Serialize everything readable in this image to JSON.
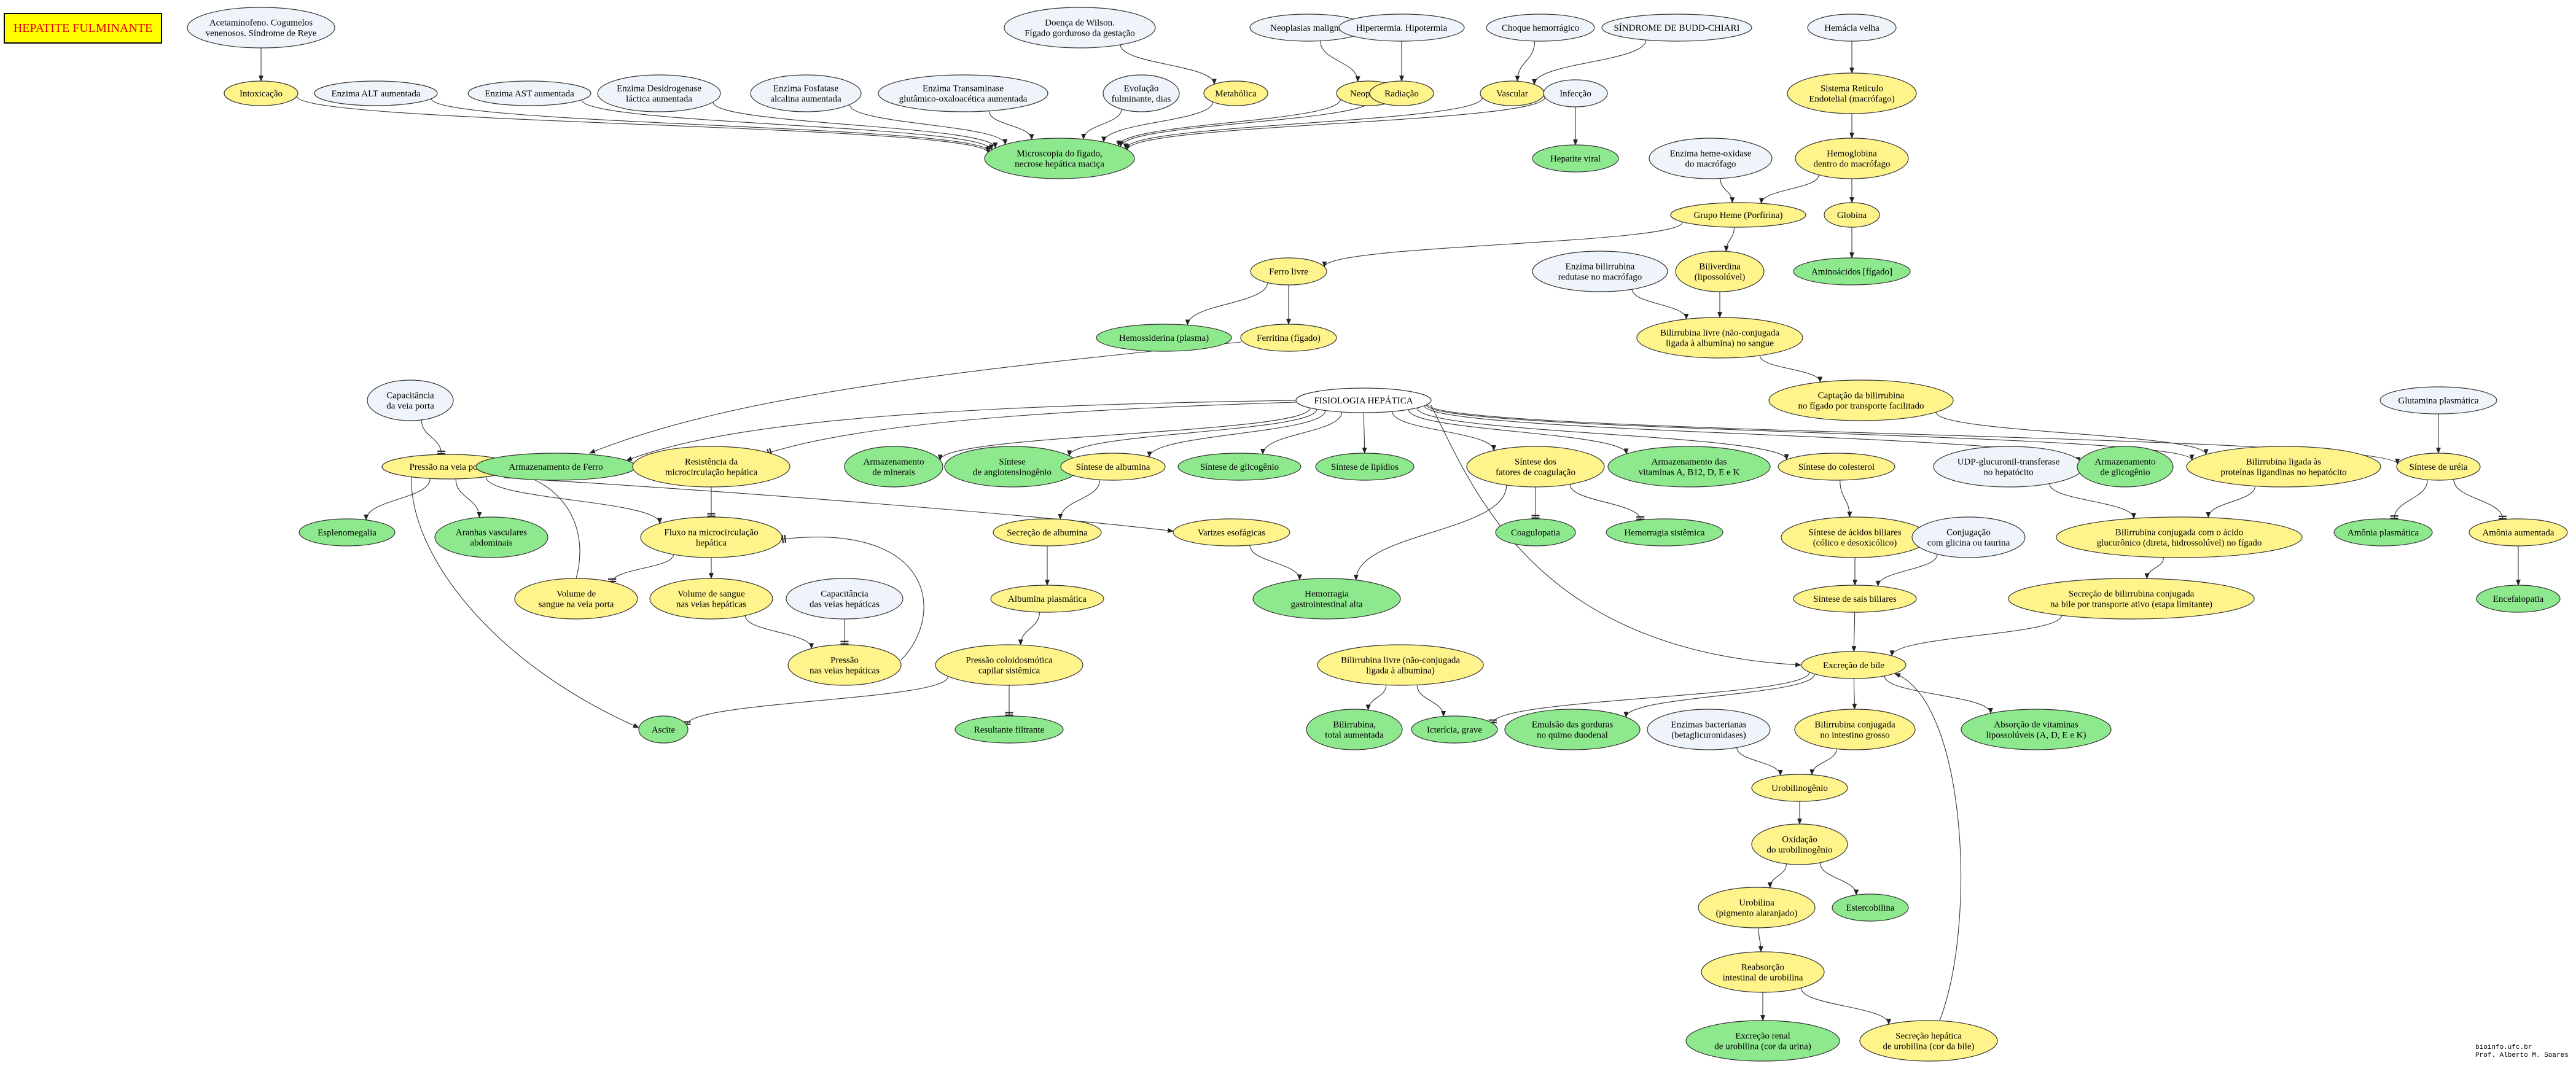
{
  "title": "HEPATITE FULMINANTE",
  "footer": [
    "bioinfo.ufc.br",
    "Prof. Alberto M. Soares"
  ],
  "colors": {
    "info": "#eef4fa",
    "process": "#fff48c",
    "result": "#8ee88e",
    "title_bg": "#ffff00",
    "title_text": "#e00000"
  },
  "nodes": [
    {
      "id": "acet",
      "t": "info",
      "label": [
        "Acetaminofeno. Cogumelos",
        "venenosos. Síndrome de Reye"
      ]
    },
    {
      "id": "intox",
      "t": "process",
      "label": [
        "Intoxicação"
      ]
    },
    {
      "id": "alt",
      "t": "info",
      "label": [
        "Enzima ALT aumentada"
      ]
    },
    {
      "id": "ast",
      "t": "info",
      "label": [
        "Enzima AST aumentada"
      ]
    },
    {
      "id": "ldh",
      "t": "info",
      "label": [
        "Enzima Desidrogenase",
        "láctica aumentada"
      ]
    },
    {
      "id": "fosf",
      "t": "info",
      "label": [
        "Enzima Fosfatase",
        "alcalina aumentada"
      ]
    },
    {
      "id": "transam",
      "t": "info",
      "label": [
        "Enzima Transaminase",
        "glutâmico-oxaloacética aumentada"
      ]
    },
    {
      "id": "evol",
      "t": "info",
      "label": [
        "Evolução",
        "fulminante, dias"
      ]
    },
    {
      "id": "wilson",
      "t": "info",
      "label": [
        "Doença de Wilson.",
        "Fígado gorduroso da gestação"
      ]
    },
    {
      "id": "metab",
      "t": "process",
      "label": [
        "Metabólica"
      ]
    },
    {
      "id": "neomal",
      "t": "info",
      "label": [
        "Neoplasias malignas"
      ]
    },
    {
      "id": "neopl",
      "t": "process",
      "label": [
        "Neoplasia"
      ]
    },
    {
      "id": "hiper",
      "t": "info",
      "label": [
        "Hipertermia. Hipotermia"
      ]
    },
    {
      "id": "radia",
      "t": "process",
      "label": [
        "Radiação"
      ]
    },
    {
      "id": "choque",
      "t": "info",
      "label": [
        "Choque hemorrágico"
      ]
    },
    {
      "id": "budd",
      "t": "info",
      "label": [
        "SÍNDROME DE BUDD-CHIARI"
      ]
    },
    {
      "id": "vasc",
      "t": "process",
      "label": [
        "Vascular"
      ]
    },
    {
      "id": "infec",
      "t": "info",
      "label": [
        "Infecção"
      ]
    },
    {
      "id": "hepviral",
      "t": "result",
      "label": [
        "Hepatite viral"
      ]
    },
    {
      "id": "micro",
      "t": "result",
      "label": [
        "Microscopia do fígado,",
        "necrose hepática maciça"
      ]
    },
    {
      "id": "hemvelha",
      "t": "info",
      "label": [
        "Hemácia velha"
      ]
    },
    {
      "id": "sre",
      "t": "process",
      "label": [
        "Sistema Retículo",
        "Endotelial (macrófago)"
      ]
    },
    {
      "id": "heme_ox",
      "t": "info",
      "label": [
        "Enzima heme-oxidase",
        "do macrófago"
      ]
    },
    {
      "id": "hemog",
      "t": "process",
      "label": [
        "Hemoglobina",
        "dentro do macrófago"
      ]
    },
    {
      "id": "heme",
      "t": "process",
      "label": [
        "Grupo Heme (Porfirina)"
      ]
    },
    {
      "id": "globina",
      "t": "process",
      "label": [
        "Globina"
      ]
    },
    {
      "id": "aminoac",
      "t": "result",
      "label": [
        "Aminoácidos [fígado]"
      ]
    },
    {
      "id": "ferro",
      "t": "process",
      "label": [
        "Ferro livre"
      ]
    },
    {
      "id": "biliv",
      "t": "process",
      "label": [
        "Biliverdina",
        "(lipossolúvel)"
      ]
    },
    {
      "id": "bilired",
      "t": "info",
      "label": [
        "Enzima bilirrubina",
        "redutase no macrófago"
      ]
    },
    {
      "id": "hemossid",
      "t": "result",
      "label": [
        "Hemossiderina (plasma)"
      ]
    },
    {
      "id": "ferritina",
      "t": "process",
      "label": [
        "Ferritina (fígado)"
      ]
    },
    {
      "id": "bililivre",
      "t": "process",
      "label": [
        "Bilirrubina livre (não-conjugada",
        "ligada à albumina) no sangue"
      ]
    },
    {
      "id": "captacao",
      "t": "process",
      "label": [
        "Captação da bilirrubina",
        "no fígado por transporte facilitado"
      ]
    },
    {
      "id": "capport",
      "t": "info",
      "label": [
        "Capacitância",
        "da veia porta"
      ]
    },
    {
      "id": "fisio",
      "t": "plain",
      "label": [
        "FISIOLOGIA HEPÁTICA"
      ]
    },
    {
      "id": "glut",
      "t": "info",
      "label": [
        "Glutamina plasmática"
      ]
    },
    {
      "id": "pressport",
      "t": "process",
      "label": [
        "Pressão na veia porta"
      ]
    },
    {
      "id": "armferro",
      "t": "result",
      "label": [
        "Armazenamento de Ferro"
      ]
    },
    {
      "id": "resist",
      "t": "process",
      "label": [
        "Resistência da",
        "microcirculação hepática"
      ]
    },
    {
      "id": "armmin",
      "t": "result",
      "label": [
        "Armazenamento",
        "de minerais"
      ]
    },
    {
      "id": "angio",
      "t": "result",
      "label": [
        "Síntese",
        "de angiotensinogênio"
      ]
    },
    {
      "id": "sintalb",
      "t": "process",
      "label": [
        "Síntese de albumina"
      ]
    },
    {
      "id": "sintglic",
      "t": "result",
      "label": [
        "Síntese de glicogênio"
      ]
    },
    {
      "id": "sintlip",
      "t": "result",
      "label": [
        "Síntese de lipídios"
      ]
    },
    {
      "id": "sintcoag",
      "t": "process",
      "label": [
        "Síntese dos",
        "fatores de coagulação"
      ]
    },
    {
      "id": "armvit",
      "t": "result",
      "label": [
        "Armazenamento das",
        "vitaminas A, B12, D, E e K"
      ]
    },
    {
      "id": "sintcol",
      "t": "process",
      "label": [
        "Síntese do colesterol"
      ]
    },
    {
      "id": "udp",
      "t": "info",
      "label": [
        "UDP-glucuronil-transferase",
        "no hepatócito"
      ]
    },
    {
      "id": "armglic",
      "t": "result",
      "label": [
        "Armazenamento",
        "de glicogênio"
      ]
    },
    {
      "id": "biliprot",
      "t": "process",
      "label": [
        "Bilirrubina ligada às",
        "proteínas ligandinas no hepatócito"
      ]
    },
    {
      "id": "sintureia",
      "t": "process",
      "label": [
        "Síntese de uréia"
      ]
    },
    {
      "id": "esplen",
      "t": "result",
      "label": [
        "Esplenomegalia"
      ]
    },
    {
      "id": "aranhas",
      "t": "result",
      "label": [
        "Aranhas vasculares",
        "abdominais"
      ]
    },
    {
      "id": "fluxo",
      "t": "process",
      "label": [
        "Fluxo na microcirculação",
        "hepática"
      ]
    },
    {
      "id": "secalb",
      "t": "process",
      "label": [
        "Secreção de albumina"
      ]
    },
    {
      "id": "varizes",
      "t": "process",
      "label": [
        "Varizes esofágicas"
      ]
    },
    {
      "id": "coagulo",
      "t": "result",
      "label": [
        "Coagulopatia"
      ]
    },
    {
      "id": "hemsist",
      "t": "result",
      "label": [
        "Hemorragia sistêmica"
      ]
    },
    {
      "id": "acbil",
      "t": "process",
      "label": [
        "Síntese de ácidos biliares",
        "(cólico e desoxicólico)"
      ]
    },
    {
      "id": "conjgli",
      "t": "info",
      "label": [
        "Conjugação",
        "com glicina ou taurina"
      ]
    },
    {
      "id": "biliconj",
      "t": "process",
      "label": [
        "Bilirrubina conjugada com o ácido",
        "glucurônico (direta, hidrossolúvel) no fígado"
      ]
    },
    {
      "id": "amonpl",
      "t": "result",
      "label": [
        "Amônia plasmática"
      ]
    },
    {
      "id": "amonaum",
      "t": "process",
      "label": [
        "Amônia aumentada"
      ]
    },
    {
      "id": "volporta",
      "t": "process",
      "label": [
        "Volume de",
        "sangue na veia porta"
      ]
    },
    {
      "id": "volhep",
      "t": "process",
      "label": [
        "Volume de sangue",
        "nas veias hepáticas"
      ]
    },
    {
      "id": "caphep",
      "t": "info",
      "label": [
        "Capacitância",
        "das veias hepáticas"
      ]
    },
    {
      "id": "albpl",
      "t": "process",
      "label": [
        "Albumina plasmática"
      ]
    },
    {
      "id": "hemgi",
      "t": "result",
      "label": [
        "Hemorragia",
        "gastrointestinal alta"
      ]
    },
    {
      "id": "sais",
      "t": "process",
      "label": [
        "Síntese de sais biliares"
      ]
    },
    {
      "id": "secbili",
      "t": "process",
      "label": [
        "Secreção de bilirrubina conjugada",
        "na bile por transporte ativo (etapa limitante)"
      ]
    },
    {
      "id": "encef",
      "t": "result",
      "label": [
        "Encefalopatia"
      ]
    },
    {
      "id": "presshep",
      "t": "process",
      "label": [
        "Pressão",
        "nas veias hepáticas"
      ]
    },
    {
      "id": "presscol",
      "t": "process",
      "label": [
        "Pressão coloidosmótica",
        "capilar sistêmica"
      ]
    },
    {
      "id": "bililivre2",
      "t": "process",
      "label": [
        "Bilirrubina livre (não-conjugada",
        "ligada à albumina)"
      ]
    },
    {
      "id": "excbile",
      "t": "process",
      "label": [
        "Excreção de bile"
      ]
    },
    {
      "id": "ascite",
      "t": "result",
      "label": [
        "Ascite"
      ]
    },
    {
      "id": "resfilt",
      "t": "result",
      "label": [
        "Resultante filtrante"
      ]
    },
    {
      "id": "bilitot",
      "t": "result",
      "label": [
        "Bilirrubina,",
        "total aumentada"
      ]
    },
    {
      "id": "icter",
      "t": "result",
      "label": [
        "Icterícia, grave"
      ]
    },
    {
      "id": "emuls",
      "t": "result",
      "label": [
        "Emulsão das gorduras",
        "no quimo duodenal"
      ]
    },
    {
      "id": "enzbact",
      "t": "info",
      "label": [
        "Enzimas bacterianas",
        "(betaglicuronidases)"
      ]
    },
    {
      "id": "biliint",
      "t": "process",
      "label": [
        "Bilirrubina conjugada",
        "no intestino grosso"
      ]
    },
    {
      "id": "absvit",
      "t": "result",
      "label": [
        "Absorção de vitaminas",
        "lipossolúveis (A, D, E e K)"
      ]
    },
    {
      "id": "urobgen",
      "t": "process",
      "label": [
        "Urobilinogênio"
      ]
    },
    {
      "id": "oxid",
      "t": "process",
      "label": [
        "Oxidação",
        "do urobilinogênio"
      ]
    },
    {
      "id": "urob",
      "t": "process",
      "label": [
        "Urobilina",
        "(pigmento alaranjado)"
      ]
    },
    {
      "id": "esterc",
      "t": "result",
      "label": [
        "Estercobilina"
      ]
    },
    {
      "id": "reabs",
      "t": "process",
      "label": [
        "Reabsorção",
        "intestinal de urobilina"
      ]
    },
    {
      "id": "excrenal",
      "t": "result",
      "label": [
        "Excreção renal",
        "de urobilina (cor da urina)"
      ]
    },
    {
      "id": "sechep",
      "t": "process",
      "label": [
        "Secreção hepática",
        "de urobilina (cor da bile)"
      ]
    }
  ],
  "edges": [
    [
      "acet",
      "intox",
      "arrow"
    ],
    [
      "intox",
      "micro",
      "arrow"
    ],
    [
      "alt",
      "micro",
      "arrow"
    ],
    [
      "ast",
      "micro",
      "arrow"
    ],
    [
      "ldh",
      "micro",
      "arrow"
    ],
    [
      "fosf",
      "micro",
      "arrow"
    ],
    [
      "transam",
      "micro",
      "arrow"
    ],
    [
      "evol",
      "micro",
      "arrow"
    ],
    [
      "metab",
      "micro",
      "arrow"
    ],
    [
      "neopl",
      "micro",
      "arrow"
    ],
    [
      "radia",
      "micro",
      "arrow"
    ],
    [
      "vasc",
      "micro",
      "arrow"
    ],
    [
      "infec",
      "micro",
      "arrow"
    ],
    [
      "wilson",
      "metab",
      "arrow"
    ],
    [
      "neomal",
      "neopl",
      "arrow"
    ],
    [
      "hiper",
      "radia",
      "arrow"
    ],
    [
      "choque",
      "vasc",
      "arrow"
    ],
    [
      "budd",
      "vasc",
      "arrow"
    ],
    [
      "infec",
      "hepviral",
      "arrow"
    ],
    [
      "hemvelha",
      "sre",
      "arrow"
    ],
    [
      "sre",
      "hemog",
      "arrow"
    ],
    [
      "hemog",
      "heme",
      "arrow"
    ],
    [
      "heme_ox",
      "heme",
      "arrow"
    ],
    [
      "hemog",
      "globina",
      "arrow"
    ],
    [
      "globina",
      "aminoac",
      "arrow"
    ],
    [
      "heme",
      "ferro",
      "arrow"
    ],
    [
      "heme",
      "biliv",
      "arrow"
    ],
    [
      "ferro",
      "hemossid",
      "arrow"
    ],
    [
      "ferro",
      "ferritina",
      "arrow"
    ],
    [
      "ferritina",
      "armferro",
      "arrow"
    ],
    [
      "biliv",
      "bililivre",
      "arrow"
    ],
    [
      "bilired",
      "bililivre",
      "arrow"
    ],
    [
      "bililivre",
      "captacao",
      "arrow"
    ],
    [
      "captacao",
      "biliprot",
      "arrow"
    ],
    [
      "biliprot",
      "biliconj",
      "arrow"
    ],
    [
      "udp",
      "biliconj",
      "arrow"
    ],
    [
      "biliconj",
      "secbili",
      "arrow"
    ],
    [
      "secbili",
      "excbile",
      "arrow"
    ],
    [
      "fisio",
      "armferro",
      "arrow"
    ],
    [
      "fisio",
      "resist",
      "tee"
    ],
    [
      "fisio",
      "armmin",
      "arrow"
    ],
    [
      "fisio",
      "angio",
      "arrow"
    ],
    [
      "fisio",
      "sintalb",
      "arrow"
    ],
    [
      "fisio",
      "sintglic",
      "arrow"
    ],
    [
      "fisio",
      "sintlip",
      "arrow"
    ],
    [
      "fisio",
      "sintcoag",
      "arrow"
    ],
    [
      "fisio",
      "armvit",
      "arrow"
    ],
    [
      "fisio",
      "sintcol",
      "arrow"
    ],
    [
      "fisio",
      "armglic",
      "arrow"
    ],
    [
      "fisio",
      "biliprot",
      "arrow"
    ],
    [
      "fisio",
      "sintureia",
      "arrow"
    ],
    [
      "fisio",
      "excbile",
      "arrow"
    ],
    [
      "capport",
      "pressport",
      "tee"
    ],
    [
      "glut",
      "sintureia",
      "arrow"
    ],
    [
      "pressport",
      "esplen",
      "arrow"
    ],
    [
      "pressport",
      "aranhas",
      "arrow"
    ],
    [
      "pressport",
      "fluxo",
      "arrow"
    ],
    [
      "pressport",
      "varizes",
      "arrow"
    ],
    [
      "pressport",
      "ascite",
      "arrow"
    ],
    [
      "resist",
      "fluxo",
      "tee"
    ],
    [
      "fluxo",
      "volporta",
      "tee"
    ],
    [
      "fluxo",
      "volhep",
      "arrow"
    ],
    [
      "volporta",
      "pressport",
      "arrow"
    ],
    [
      "volhep",
      "presshep",
      "arrow"
    ],
    [
      "caphep",
      "presshep",
      "tee"
    ],
    [
      "presshep",
      "fluxo",
      "tee"
    ],
    [
      "sintalb",
      "secalb",
      "arrow"
    ],
    [
      "secalb",
      "albpl",
      "arrow"
    ],
    [
      "albpl",
      "presscol",
      "arrow"
    ],
    [
      "presscol",
      "resfilt",
      "tee"
    ],
    [
      "presscol",
      "ascite",
      "tee"
    ],
    [
      "varizes",
      "hemgi",
      "arrow"
    ],
    [
      "sintcoag",
      "coagulo",
      "tee"
    ],
    [
      "sintcoag",
      "hemsist",
      "tee"
    ],
    [
      "sintcoag",
      "hemgi",
      "arrow"
    ],
    [
      "sintcol",
      "acbil",
      "arrow"
    ],
    [
      "acbil",
      "sais",
      "arrow"
    ],
    [
      "conjgli",
      "sais",
      "arrow"
    ],
    [
      "sais",
      "excbile",
      "arrow"
    ],
    [
      "sintureia",
      "amonpl",
      "tee"
    ],
    [
      "sintureia",
      "amonaum",
      "tee"
    ],
    [
      "amonaum",
      "encef",
      "arrow"
    ],
    [
      "bililivre2",
      "bilitot",
      "arrow"
    ],
    [
      "bililivre2",
      "icter",
      "arrow"
    ],
    [
      "excbile",
      "icter",
      "tee"
    ],
    [
      "excbile",
      "emuls",
      "arrow"
    ],
    [
      "excbile",
      "biliint",
      "arrow"
    ],
    [
      "excbile",
      "absvit",
      "arrow"
    ],
    [
      "biliint",
      "urobgen",
      "arrow"
    ],
    [
      "enzbact",
      "urobgen",
      "arrow"
    ],
    [
      "urobgen",
      "oxid",
      "arrow"
    ],
    [
      "oxid",
      "urob",
      "arrow"
    ],
    [
      "oxid",
      "esterc",
      "arrow"
    ],
    [
      "urob",
      "reabs",
      "arrow"
    ],
    [
      "reabs",
      "excrenal",
      "arrow"
    ],
    [
      "reabs",
      "sechep",
      "arrow"
    ],
    [
      "sechep",
      "excbile",
      "arrow"
    ]
  ]
}
